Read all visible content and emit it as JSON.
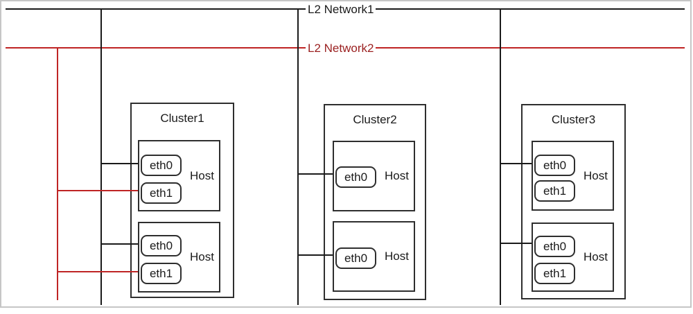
{
  "diagram": {
    "networks": [
      {
        "id": "l2-network1",
        "label": "L2 Network1",
        "line_color": "#1a1a1a",
        "text_color": "#1a1a1a"
      },
      {
        "id": "l2-network2",
        "label": "L2 Network2",
        "line_color": "#bf2424",
        "text_color": "#9a1f1f"
      }
    ],
    "clusters": [
      {
        "title": "Cluster1",
        "hosts": [
          {
            "label": "Host",
            "interfaces": [
              {
                "name": "eth0",
                "connected_to": "L2 Network1"
              },
              {
                "name": "eth1",
                "connected_to": "L2 Network2"
              }
            ]
          },
          {
            "label": "Host",
            "interfaces": [
              {
                "name": "eth0",
                "connected_to": "L2 Network1"
              },
              {
                "name": "eth1",
                "connected_to": "L2 Network2"
              }
            ]
          }
        ]
      },
      {
        "title": "Cluster2",
        "hosts": [
          {
            "label": "Host",
            "interfaces": [
              {
                "name": "eth0",
                "connected_to": "L2 Network1"
              }
            ]
          },
          {
            "label": "Host",
            "interfaces": [
              {
                "name": "eth0",
                "connected_to": "L2 Network1"
              }
            ]
          }
        ]
      },
      {
        "title": "Cluster3",
        "hosts": [
          {
            "label": "Host",
            "interfaces": [
              {
                "name": "eth0",
                "connected_to": "L2 Network1"
              },
              {
                "name": "eth1",
                "connected_to": ""
              }
            ]
          },
          {
            "label": "Host",
            "interfaces": [
              {
                "name": "eth0",
                "connected_to": "L2 Network1"
              },
              {
                "name": "eth1",
                "connected_to": ""
              }
            ]
          }
        ]
      }
    ],
    "colors": {
      "black_line": "#1a1a1a",
      "red_line": "#bf2424",
      "red_text": "#9a1f1f",
      "box_border": "#2e2e2e",
      "frame_border": "#c6c6c6"
    }
  }
}
